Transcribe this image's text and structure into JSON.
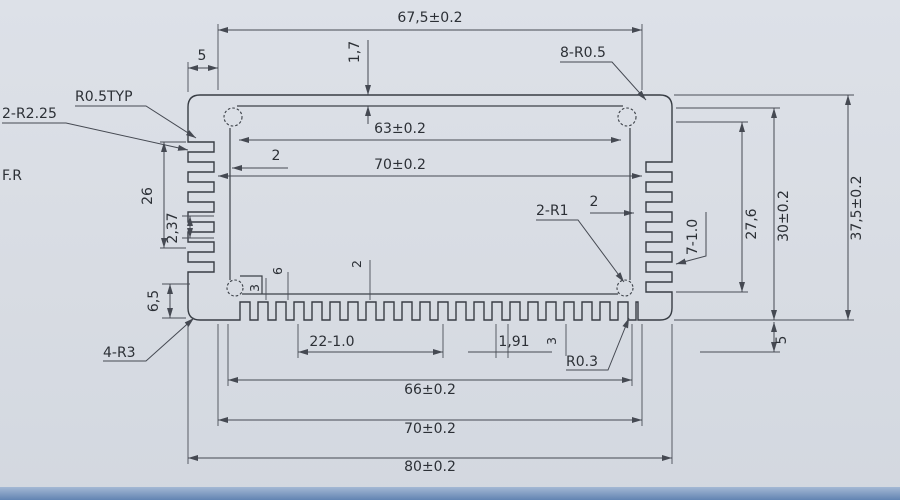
{
  "drawing": {
    "type": "technical-drawing",
    "subject": "aluminum-extrusion-heatsink-enclosure-cross-section",
    "background_color": "#d8dce3",
    "line_color": "#383d44",
    "footer_strip_color": "#7391bd",
    "labels": {
      "dim_top_width": "67,5±0.2",
      "dim_top_left_offset": "5",
      "dim_top_wall_thickness": "1,7",
      "callout_top_right_radius": "8-R0.5",
      "callout_left_radius_typ": "R0.5TYP",
      "callout_left_corner_radius": "2-R2.25",
      "note_fr": "F.R",
      "dim_left_fin_span": "26",
      "dim_left_fin_pitch": "2,37",
      "dim_left_bottom_offset": "6,5",
      "dim_inner_wall_left": "2",
      "dim_slot_width": "63±0.2",
      "dim_inner_width": "70±0.2",
      "callout_screw_boss": "2-R1",
      "dim_inner_wall_right": "2",
      "dim_right_fin_spec": "7-1.0",
      "dim_right_inner_height": "27,6",
      "dim_right_height": "30±0.2",
      "dim_overall_height": "37,5±0.2",
      "dim_right_bottom_offset": "5",
      "dim_floor_thickness": "3",
      "dim_boss_height": "6",
      "dim_fin_wall": "2",
      "dim_bottom_fin_spec": "22-1.0",
      "dim_bottom_fin_pitch": "1,91",
      "dim_bottom_fin_height": "3",
      "callout_bottom_right_radius": "R0.3",
      "callout_bottom_corner_radius": "4-R3",
      "dim_bottom_inner_width": "66±0.2",
      "dim_bottom_body_width": "70±0.2",
      "dim_overall_width": "80±0.2"
    }
  }
}
